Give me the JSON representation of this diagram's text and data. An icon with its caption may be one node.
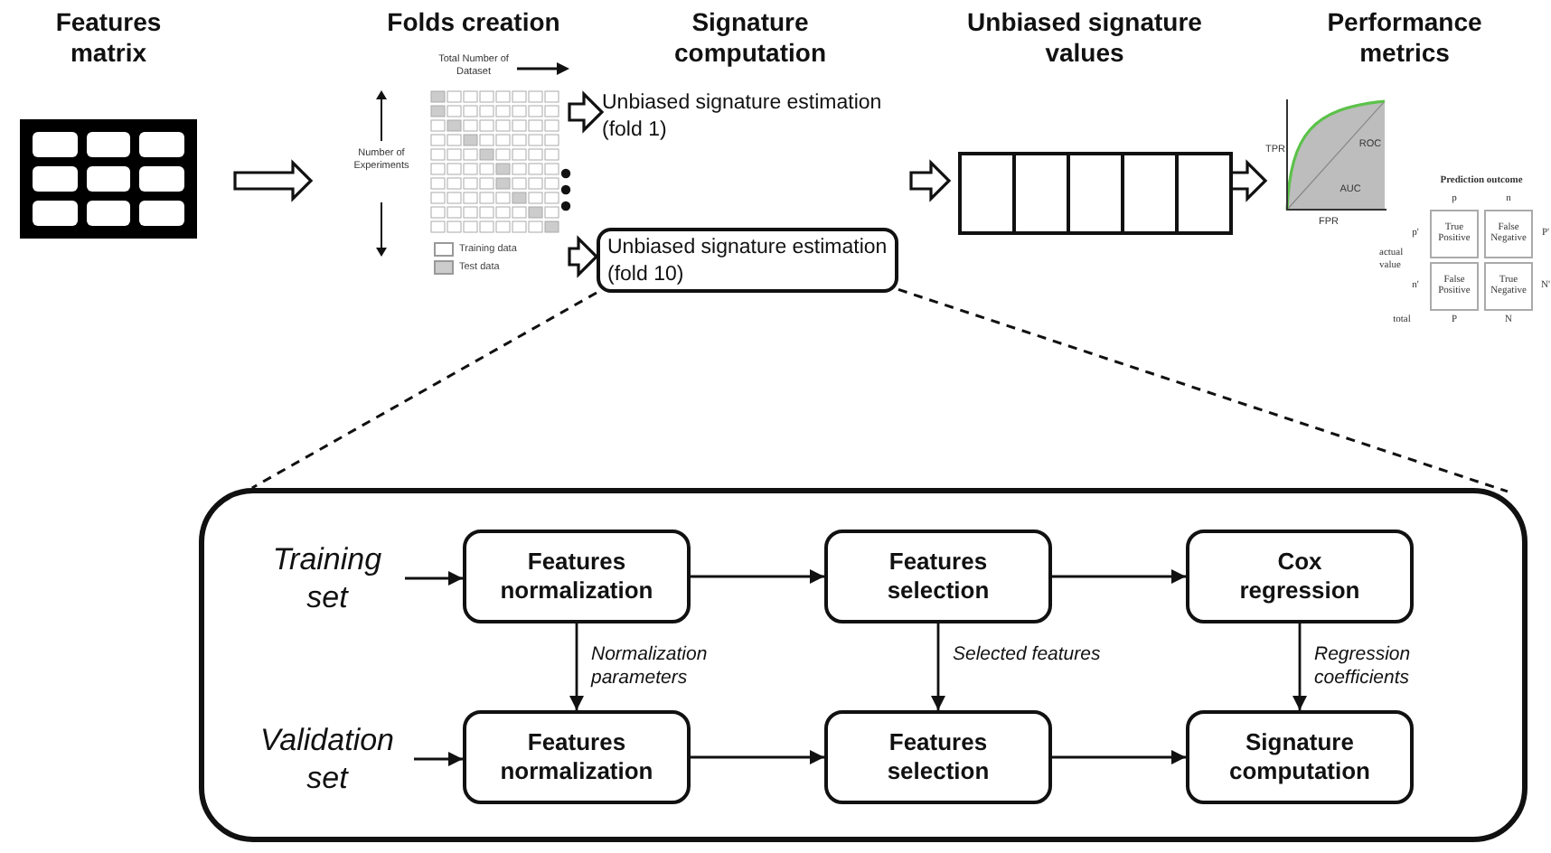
{
  "diagram": {
    "nodes": [
      {
        "text": [
          "Features matrix"
        ]
      },
      {
        "text": [
          "Folds creation"
        ]
      },
      {
        "text": [
          "Signature computation"
        ]
      },
      {
        "text": [
          "Unbiased signature estimation (fold 1)"
        ],
        "in": 2
      },
      {
        "text": [
          "Unbiased signature estimation (fold 10)"
        ],
        "in": 2
      },
      {
        "text": [
          "Unbiased signature values"
        ]
      },
      {
        "text": [
          "Performance metrics"
        ]
      },
      {
        "text": [],
        "shape": "box"
      },
      {
        "text": [
          "Training set"
        ],
        "in": 7
      },
      {
        "text": [
          "Features normalization"
        ],
        "in": 7
      },
      {
        "text": [
          "Features selection"
        ],
        "in": 7
      },
      {
        "text": [
          "Cox regression"
        ],
        "in": 7
      },
      {
        "text": [
          "Validation set"
        ],
        "in": 7
      },
      {
        "text": [
          "Features normalization"
        ],
        "in": 7
      },
      {
        "text": [
          "Features selection"
        ],
        "in": 7
      },
      {
        "text": [
          "Signature computation"
        ],
        "in": 7
      }
    ],
    "edges": [
      {
        "from": 0,
        "to": 1,
        "arrow": "to"
      },
      {
        "from": 1,
        "to": 3,
        "arrow": "to"
      },
      {
        "from": 1,
        "to": 4,
        "arrow": "to"
      },
      {
        "from": 2,
        "to": 5,
        "arrow": "to"
      },
      {
        "from": 5,
        "to": 6,
        "arrow": "to"
      },
      {
        "from": 4,
        "to": 7,
        "arrow": "none",
        "style": "dashed"
      },
      {
        "from": 4,
        "to": 7,
        "arrow": "none",
        "style": "dashed"
      },
      {
        "from": 8,
        "to": 9,
        "arrow": "to"
      },
      {
        "from": 9,
        "to": 10,
        "arrow": "to"
      },
      {
        "from": 10,
        "to": 11,
        "arrow": "to"
      },
      {
        "from": 12,
        "to": 13,
        "arrow": "to"
      },
      {
        "from": 13,
        "to": 14,
        "arrow": "to"
      },
      {
        "from": 14,
        "to": 15,
        "arrow": "to"
      },
      {
        "from": 9,
        "to": 13,
        "arrow": "to",
        "label": "Normalization parameters"
      },
      {
        "from": 10,
        "to": 14,
        "arrow": "to",
        "label": "Selected features"
      },
      {
        "from": 11,
        "to": 15,
        "arrow": "to",
        "label": "Regression coefficients"
      }
    ],
    "labels": [
      "Total Number of Dataset",
      "Number of Experiments",
      "TPR",
      "ROC",
      "AUC",
      "FPR",
      "Prediction outcome",
      "p",
      "n",
      "p'",
      "True Positive",
      "False Negative",
      "P'",
      "actual value",
      "n'",
      "False Positive",
      "True Negative",
      "N'",
      "total",
      "P",
      "N"
    ],
    "legend": [
      {
        "text": "Training data",
        "color": "#ffffff"
      },
      {
        "text": "Test data",
        "color": "#cccccc"
      }
    ]
  }
}
